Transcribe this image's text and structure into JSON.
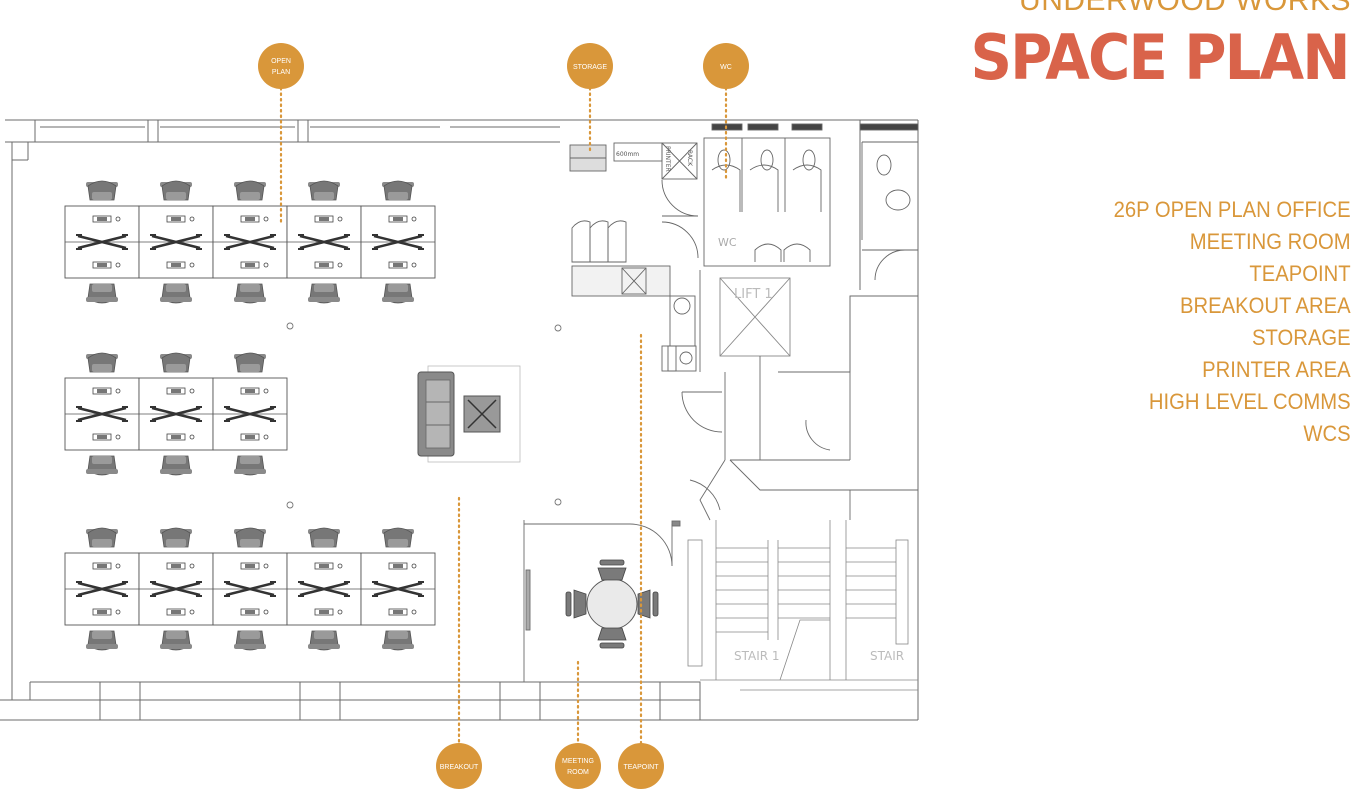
{
  "header": {
    "project": "UNDERWOOD WORKS",
    "title": "SPACE PLAN"
  },
  "legend": [
    "26P OPEN PLAN OFFICE",
    "MEETING ROOM",
    "TEAPOINT",
    "BREAKOUT AREA",
    "STORAGE",
    "PRINTER AREA",
    "HIGH LEVEL COMMS",
    "WCS"
  ],
  "markers": {
    "open_plan": [
      "OPEN",
      "PLAN"
    ],
    "storage": "STORAGE",
    "wc": "WC",
    "breakout": "BREAKOUT",
    "meeting_room": [
      "MEETING",
      "ROOM"
    ],
    "teapoint": "TEAPOINT"
  },
  "plan_labels": {
    "wc": "WC",
    "lift": "LIFT 1",
    "stair1": "STAIR 1",
    "stair2": "STAIR",
    "rack": "RACK",
    "printer": "PRINTER",
    "width": "600mm"
  },
  "colors": {
    "marker": "#d9973a",
    "title": "#d9634a",
    "line": "#6b6b6b",
    "chair": "#7a7a7a"
  }
}
